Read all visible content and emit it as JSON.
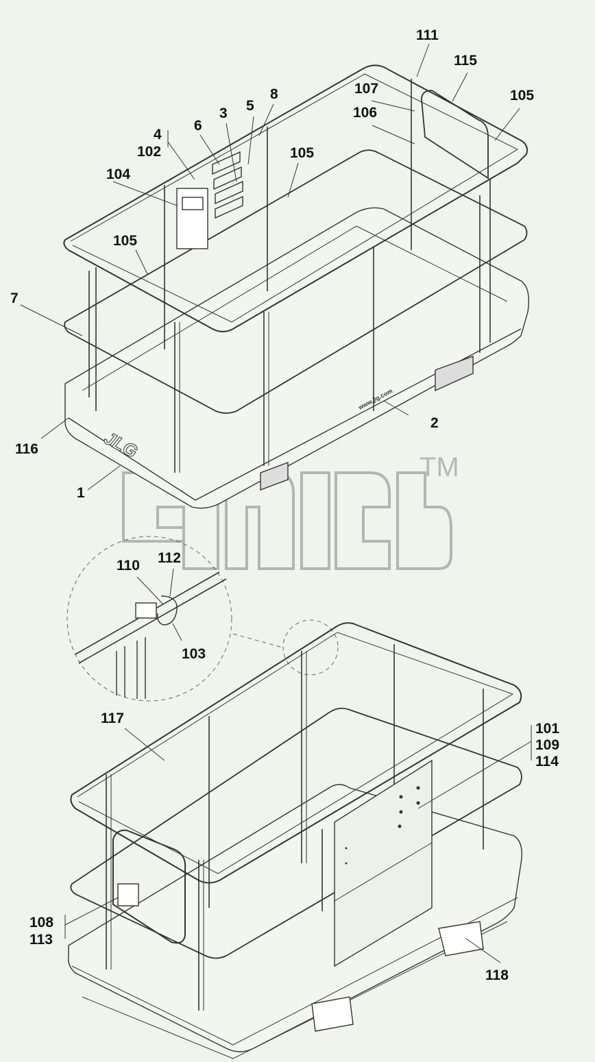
{
  "watermark": {
    "logo": "jlg",
    "trademark": "TM"
  },
  "basket_marks": {
    "side_url": "www.jlg.com",
    "end_logo": "JLG"
  },
  "callouts": {
    "c1": "1",
    "c2": "2",
    "c3": "3",
    "c4": "4",
    "c5": "5",
    "c6": "6",
    "c7": "7",
    "c8": "8",
    "c101": "101",
    "c102": "102",
    "c103": "103",
    "c104": "104",
    "c105a": "105",
    "c105b": "105",
    "c105c": "105",
    "c106": "106",
    "c107": "107",
    "c108": "108",
    "c109": "109",
    "c110": "110",
    "c111": "111",
    "c112": "112",
    "c113": "113",
    "c114": "114",
    "c115": "115",
    "c116": "116",
    "c117": "117",
    "c118": "118"
  }
}
